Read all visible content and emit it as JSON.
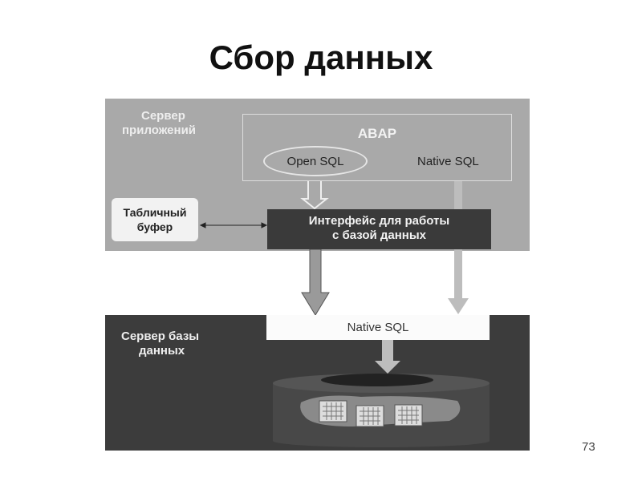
{
  "title": "Сбор данных",
  "app_server": {
    "label_line1": "Сервер",
    "label_line2": "приложений",
    "abap": "ABAP",
    "open_sql": "Open SQL",
    "native_sql": "Native SQL",
    "buffer_line1": "Табличный",
    "buffer_line2": "буфер",
    "interface_line1": "Интерфейс для работы",
    "interface_line2": "с базой данных"
  },
  "db_server": {
    "label_line1": "Сервер базы",
    "label_line2": "данных",
    "native_sql": "Native SQL"
  },
  "page_number": "73"
}
